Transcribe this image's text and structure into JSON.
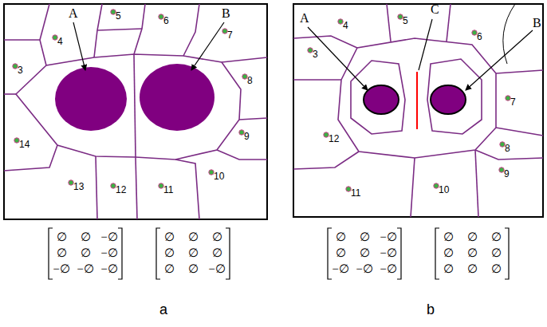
{
  "diagram": {
    "labels": [
      "A",
      "B",
      "4",
      "5",
      "6",
      "7",
      "3",
      "8",
      "9",
      "14",
      "13",
      "12",
      "11",
      "10",
      "∅",
      "∅",
      "−∅",
      "∅",
      "∅",
      "−∅",
      "−∅",
      "−∅",
      "−∅",
      "∅",
      "∅",
      "∅",
      "∅",
      "∅",
      "∅",
      "∅",
      "∅",
      "−∅",
      "a",
      "A",
      "C",
      "B",
      "4",
      "5",
      "3",
      "6",
      "12",
      "7",
      "11",
      "10",
      "9",
      "8",
      "∅",
      "∅",
      "−∅",
      "∅",
      "∅",
      "−∅",
      "−∅",
      "−∅",
      "−∅",
      "∅",
      "∅",
      "∅",
      "∅",
      "∅",
      "∅",
      "∅",
      "∅",
      "∅",
      "b"
    ]
  }
}
